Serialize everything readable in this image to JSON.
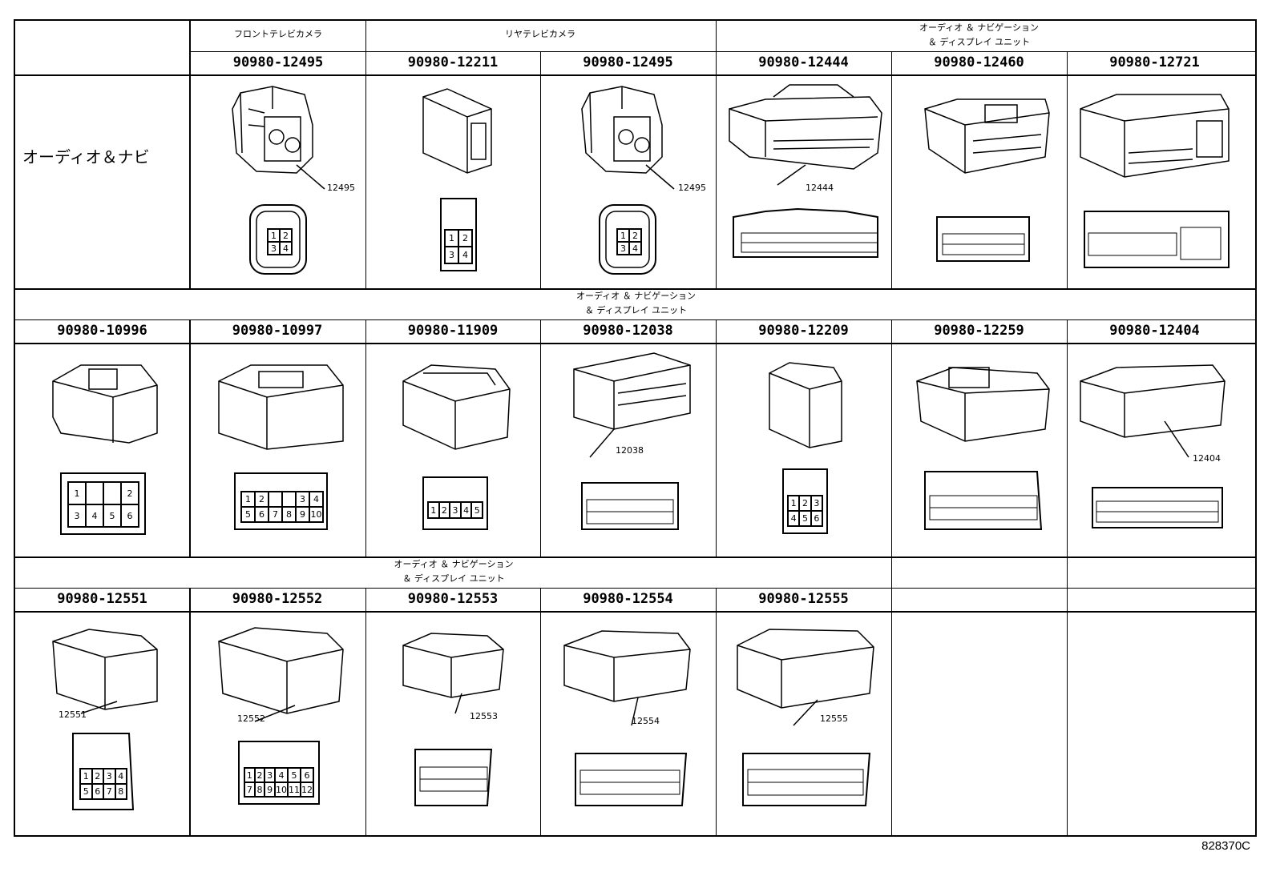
{
  "row_label": "オーディオ＆ナビ",
  "doc_id": "828370C",
  "row1": {
    "groups": [
      {
        "label": "フロントテレビカメラ"
      },
      {
        "label": "リヤテレビカメラ"
      },
      {
        "label_line1": "オーディオ ＆ ナビゲーション",
        "label_line2": "＆ ディスプレイ ユニット"
      }
    ],
    "parts": [
      "90980-12495",
      "90980-12211",
      "90980-12495",
      "90980-12444",
      "90980-12460",
      "90980-12721"
    ],
    "callouts": [
      "12495",
      "",
      "12495",
      "12444",
      "",
      ""
    ],
    "pins": [
      [
        "1",
        "2",
        "3",
        "4"
      ],
      [
        "1",
        "2",
        "3",
        "4"
      ],
      [
        "1",
        "2",
        "3",
        "4"
      ]
    ]
  },
  "row2": {
    "group_line1": "オーディオ ＆ ナビゲーション",
    "group_line2": "＆ ディスプレイ ユニット",
    "parts": [
      "90980-10996",
      "90980-10997",
      "90980-11909",
      "90980-12038",
      "90980-12209",
      "90980-12259",
      "90980-12404"
    ],
    "callouts": [
      "",
      "",
      "",
      "12038",
      "",
      "",
      "12404"
    ],
    "pins_10996": [
      "1",
      "2",
      "3",
      "4",
      "5",
      "6"
    ],
    "pins_10997": [
      "1",
      "2",
      "3",
      "4",
      "5",
      "6",
      "7",
      "8",
      "9",
      "10"
    ],
    "pins_11909": [
      "1",
      "2",
      "3",
      "4",
      "5"
    ],
    "pins_12209": [
      "1",
      "2",
      "3",
      "4",
      "5",
      "6"
    ]
  },
  "row3": {
    "group_line1": "オーディオ ＆ ナビゲーション",
    "group_line2": "＆ ディスプレイ ユニット",
    "parts": [
      "90980-12551",
      "90980-12552",
      "90980-12553",
      "90980-12554",
      "90980-12555"
    ],
    "callouts": [
      "12551",
      "12552",
      "12553",
      "12554",
      "12555"
    ],
    "pins_12551": [
      "1",
      "2",
      "3",
      "4",
      "5",
      "6",
      "7",
      "8"
    ],
    "pins_12552": [
      "1",
      "2",
      "3",
      "4",
      "5",
      "6",
      "7",
      "8",
      "9",
      "10",
      "11",
      "12"
    ]
  }
}
